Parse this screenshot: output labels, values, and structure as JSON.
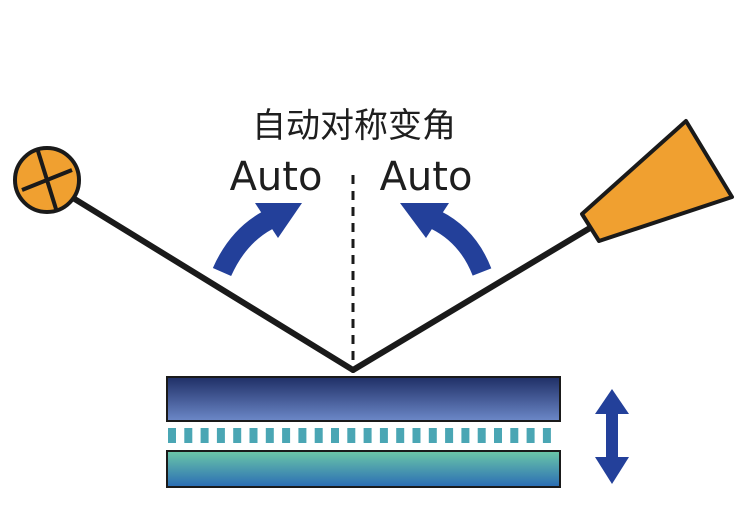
{
  "diagram": {
    "title": "自动对称变角",
    "left_label": "Auto",
    "right_label": "Auto"
  },
  "colors": {
    "beam": "#1a1a1a",
    "source_fill": "#f0a030",
    "detector_fill": "#f0a030",
    "arrow_blue": "#23409a",
    "layer_top_dark": "#1f2f66",
    "layer_top_light": "#6c88c8",
    "layer_bottom_green": "#6cc8a8",
    "layer_bottom_blue": "#2a6cb4",
    "dots": "#4aa6b4"
  },
  "icons": {
    "source": "crosshair-circle-icon",
    "detector": "detector-cone-icon",
    "left_arrow": "curved-arrow-icon",
    "right_arrow": "curved-arrow-icon",
    "height_arrow": "double-vertical-arrow-icon"
  }
}
